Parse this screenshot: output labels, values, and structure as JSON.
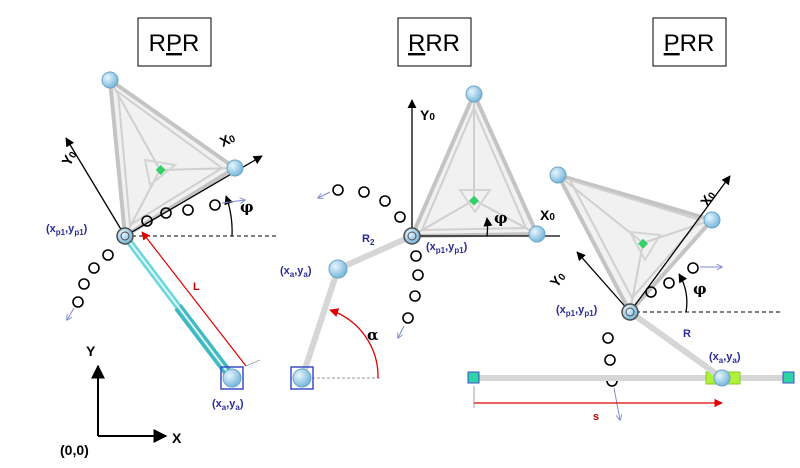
{
  "titles": {
    "rpr_pre": "R",
    "rpr_mid": "P",
    "rpr_post": "R",
    "rrr_pre": "",
    "rrr_mid": "R",
    "rrr_post": "RR",
    "prr_pre": "",
    "prr_mid": "P",
    "prr_post": "RR"
  },
  "labels": {
    "y0": "Y",
    "x0": "X",
    "zero": "0",
    "phi": "φ",
    "alpha": "α",
    "L": "L",
    "R2": "R",
    "R2_sub": "2",
    "R": "R",
    "s": "s",
    "xp1": "(x",
    "p1_sub": "p1",
    "yp1": ",y",
    "close": ")",
    "xa": "(x",
    "a_sub": "a",
    "ya": ",y",
    "origin_y": "Y",
    "origin_x": "X",
    "origin": "(0,0)"
  },
  "colors": {
    "link_cyan": "#5fd3d8",
    "joint_blue": "#8cc8e8",
    "joint_stroke": "#4a8fb8",
    "platform_gray": "#bfbfbf",
    "center_green": "#33d066",
    "red_dim": "#e00000",
    "base_square": "#3a4fc8",
    "rail_green": "#aef03a",
    "rail_end": "#2fd3a8"
  }
}
